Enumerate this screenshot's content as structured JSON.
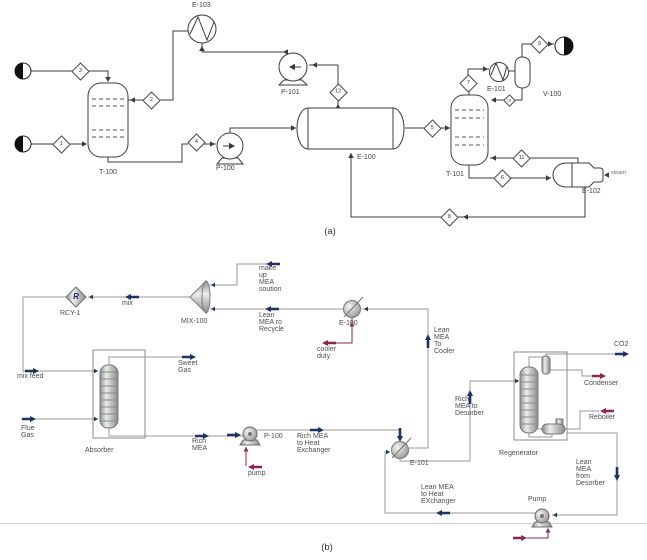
{
  "captions": {
    "a": "(a)",
    "b": "(b)"
  },
  "colors": {
    "stream_arrow": "#1d3260",
    "energy_arrow": "#8c2752",
    "line_a": "#3c3c3c",
    "line_b": "#9a9a9a"
  },
  "flowsheet_a": {
    "equipment_labels": {
      "e103": "E-103",
      "p101": "P-101",
      "t100": "T-100",
      "p100": "P-100",
      "e100": "E-100",
      "t101": "T-101",
      "e101": "E-101",
      "v100": "V-100",
      "e102": "E-102"
    },
    "stream_numbers": {
      "s1": "1",
      "s2": "2",
      "s3": "3",
      "s4": "4",
      "s5": "5",
      "s6": "6",
      "s7": "7",
      "s8": "8",
      "s9": "9",
      "s10": "10",
      "s11": "11",
      "s12": "12"
    },
    "annotations": {
      "steam": "steam"
    }
  },
  "flowsheet_b": {
    "equipment_labels": {
      "rcy1": "RCY-1",
      "rcy1_symbol": "R",
      "mix100": "MIX-100",
      "e100": "E-100",
      "absorber": "Absorber",
      "p100": "P-100",
      "e101": "E-101",
      "regenerator": "Regenerator",
      "pump": "Pump"
    },
    "stream_labels": {
      "mix": "mix",
      "make_up": "make\nup\nMEA\nsoution",
      "lean_recycle": "Lean\nMEA ro\nRecycle",
      "cooler_duty": "cooler\nduty",
      "lean_to_cooler": "Lean\nMEA\nTo\nCooler",
      "mix_feed": "mix feed",
      "sweet_gas": "Sweet\nGas",
      "flue_gas": "Flue\nGas",
      "rich_mea": "Rich\nMEA",
      "pump_energy": "pump",
      "rich_to_hx": "Rich MEA\nto Heat\nExchanger",
      "lean_to_hx": "Lean MEA\nto Heat\nEXchanger",
      "rich_to_desorber": "Rich\nMEA to\nDesorber",
      "co2": "CO2",
      "condenser": "Condenser",
      "reboiler": "Reboiler",
      "lean_from_desorber": "Lean\nMEA\nfrom\nDesorber"
    }
  }
}
